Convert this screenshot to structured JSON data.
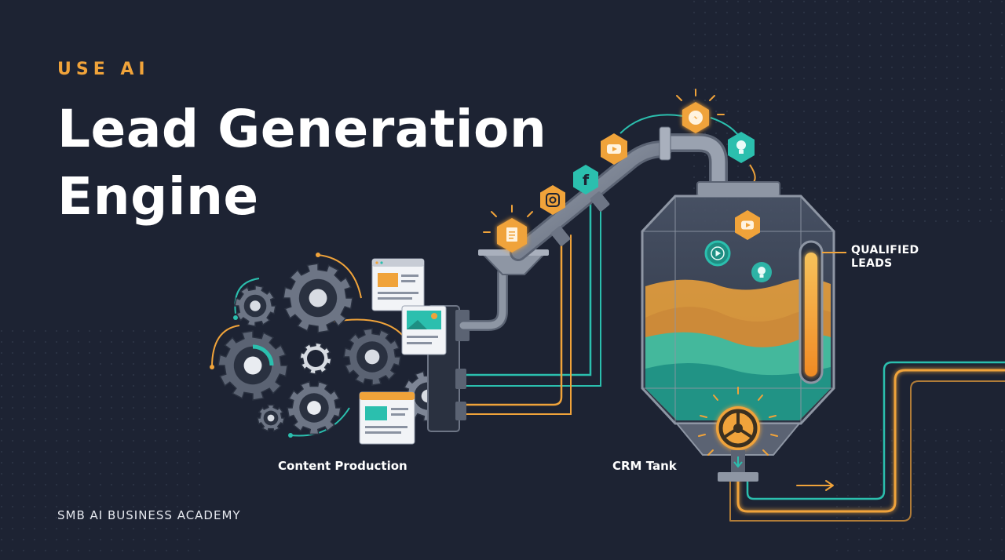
{
  "header": {
    "eyebrow": "USE AI",
    "title_line_1": "Lead Generation",
    "title_line_2": "Engine"
  },
  "diagram": {
    "content_label": "Content Production",
    "tank_label": "CRM Tank",
    "leads_label_line_1": "QUALIFIED",
    "leads_label_line_2": "LEADS"
  },
  "footer": {
    "brand": "SMB AI BUSINESS ACADEMY"
  },
  "icons": [
    "gear-icon",
    "document-icon",
    "instagram-icon",
    "facebook-icon",
    "youtube-icon",
    "messenger-icon",
    "lightbulb-icon",
    "play-icon",
    "valve-icon",
    "arrow-icon"
  ],
  "colors": {
    "background": "#1d2333",
    "accent_orange": "#f0a33a",
    "accent_teal": "#2bbfae",
    "metal": "#7d8595"
  }
}
